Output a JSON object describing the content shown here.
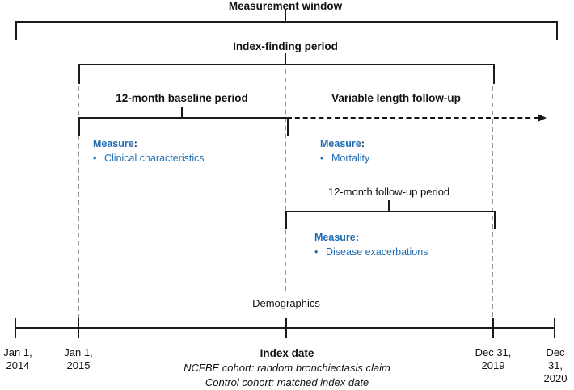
{
  "colors": {
    "accent_blue": "#1f6cb4",
    "line_black": "#1a1a1a",
    "dash_grey": "#9a9a9a"
  },
  "labels": {
    "measurement_window": "Measurement window",
    "index_finding_period": "Index-finding period",
    "baseline_period": "12-month baseline period",
    "variable_followup": "Variable length follow-up",
    "followup_12m": "12-month follow-up period",
    "demographics": "Demographics",
    "measure_word": "Measure",
    "measure_colon": ":",
    "bullet": "•"
  },
  "measures": {
    "baseline_item": "Clinical characteristics",
    "variable_item": "Mortality",
    "followup_item": "Disease exacerbations"
  },
  "timeline": {
    "index_date": {
      "title": "Index date",
      "note_ncfbe": "NCFBE cohort: random bronchiectasis claim",
      "note_control": "Control cohort: matched index date"
    },
    "dates": [
      {
        "line1": "Jan 1,",
        "line2": "2014"
      },
      {
        "line1": "Jan 1,",
        "line2": "2015"
      },
      {
        "line1": "Dec 31,",
        "line2": "2019"
      },
      {
        "line1": "Dec 31,",
        "line2": "2020"
      }
    ]
  }
}
